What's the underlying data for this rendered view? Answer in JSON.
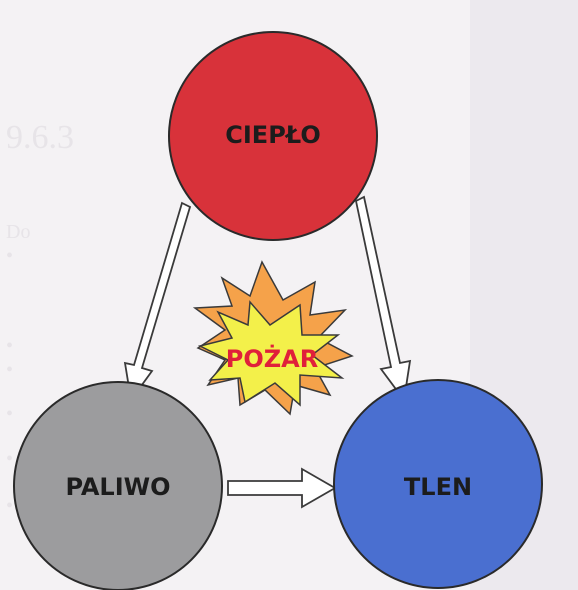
{
  "diagram": {
    "nodes": [
      {
        "id": "heat",
        "label": "CIEPŁO",
        "color": "#d8323a"
      },
      {
        "id": "fuel",
        "label": "PALIWO",
        "color": "#9c9c9e"
      },
      {
        "id": "oxygen",
        "label": "TLEN",
        "color": "#4a6fd0"
      }
    ],
    "center": {
      "label": "POŻAR",
      "label_color": "#e0203a",
      "burst_outer_color": "#f5a24a",
      "burst_inner_color": "#f3f04a"
    },
    "arrows": [
      {
        "from": "heat",
        "to": "fuel"
      },
      {
        "from": "heat",
        "to": "oxygen"
      },
      {
        "from": "fuel",
        "to": "oxygen"
      }
    ]
  }
}
